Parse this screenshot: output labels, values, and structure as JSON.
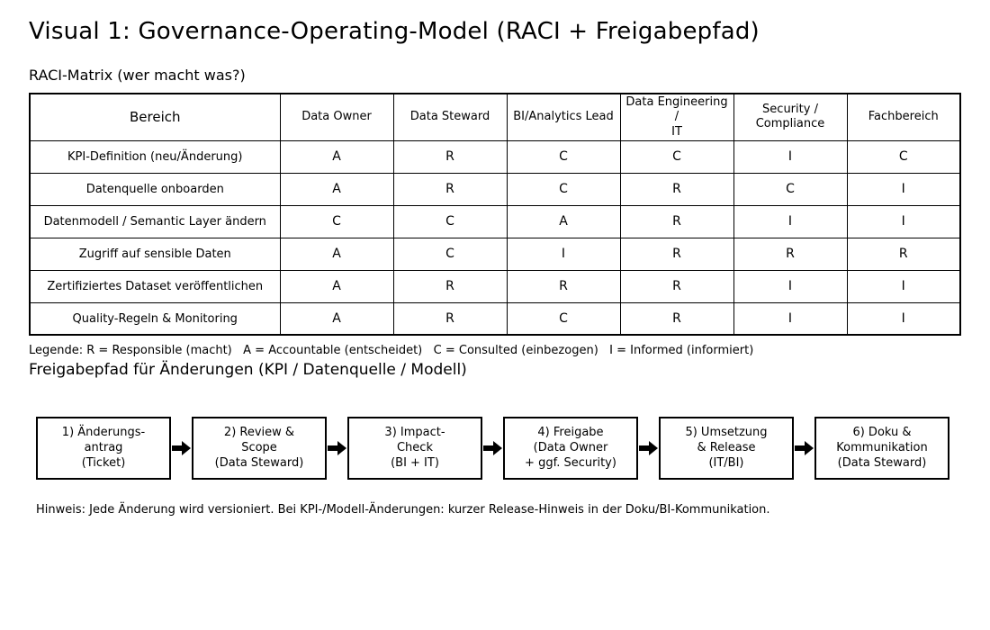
{
  "page": {
    "title": "Visual 1: Governance-Operating-Model (RACI + Freigabepfad)"
  },
  "raci": {
    "heading": "RACI-Matrix (wer macht was?)",
    "columns": [
      "Bereich",
      "Data Owner",
      "Data Steward",
      "BI/Analytics Lead",
      "Data Engineering /\nIT",
      "Security /\nCompliance",
      "Fachbereich"
    ],
    "rows": [
      {
        "bereich": "KPI-Definition (neu/Änderung)",
        "values": [
          "A",
          "R",
          "C",
          "C",
          "I",
          "C"
        ]
      },
      {
        "bereich": "Datenquelle onboarden",
        "values": [
          "A",
          "R",
          "C",
          "R",
          "C",
          "I"
        ]
      },
      {
        "bereich": "Datenmodell / Semantic Layer ändern",
        "values": [
          "C",
          "C",
          "A",
          "R",
          "I",
          "I"
        ]
      },
      {
        "bereich": "Zugriff auf sensible Daten",
        "values": [
          "A",
          "C",
          "I",
          "R",
          "R",
          "R"
        ]
      },
      {
        "bereich": "Zertifiziertes Dataset veröffentlichen",
        "values": [
          "A",
          "R",
          "R",
          "R",
          "I",
          "I"
        ]
      },
      {
        "bereich": "Quality-Regeln & Monitoring",
        "values": [
          "A",
          "R",
          "C",
          "R",
          "I",
          "I"
        ]
      }
    ],
    "legend": "Legende: R = Responsible (macht)   A = Accountable (entscheidet)   C = Consulted (einbezogen)   I = Informed (informiert)"
  },
  "flow": {
    "heading": "Freigabepfad für Änderungen (KPI / Datenquelle / Modell)",
    "steps": [
      "1) Änderungs-\nantrag\n(Ticket)",
      "2) Review &\nScope\n(Data Steward)",
      "3) Impact-\nCheck\n(BI + IT)",
      "4) Freigabe\n(Data Owner\n+ ggf. Security)",
      "5) Umsetzung\n& Release\n(IT/BI)",
      "6) Doku &\nKommunikation\n(Data Steward)"
    ],
    "note": "Hinweis: Jede Änderung wird versioniert. Bei KPI-/Modell-Änderungen: kurzer Release-Hinweis in der Doku/BI-Kommunikation."
  },
  "colors": {
    "border": "#000000",
    "background": "#ffffff",
    "text": "#000000"
  }
}
